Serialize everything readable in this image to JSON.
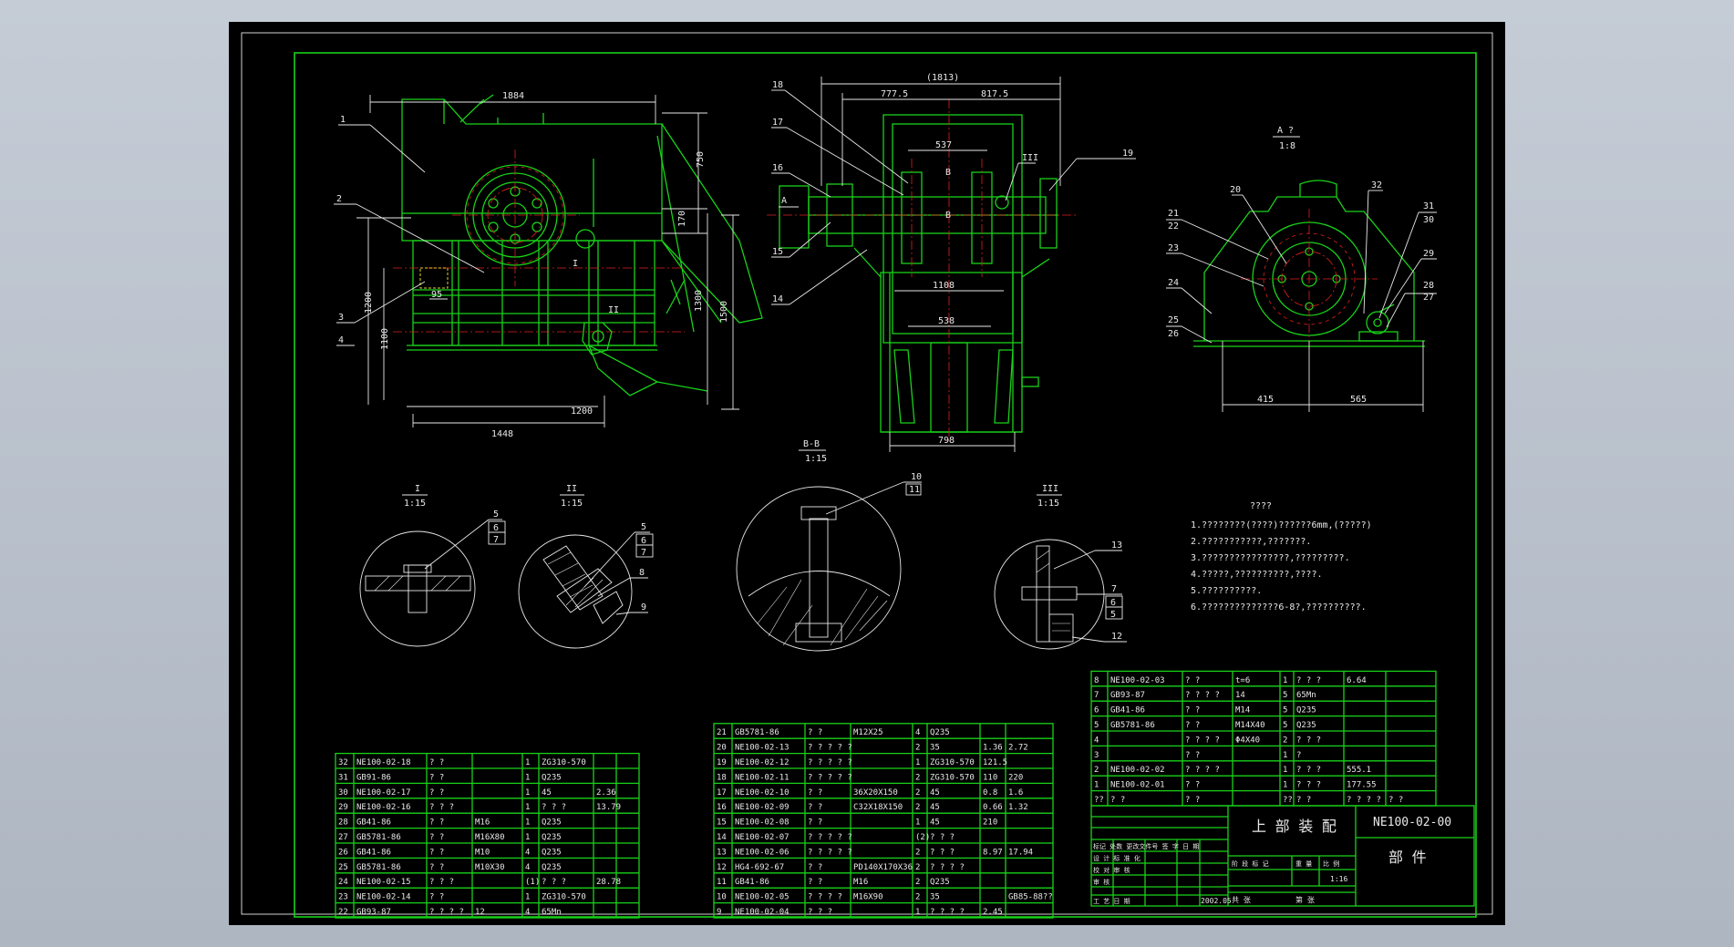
{
  "colors": {
    "bg": "#000000",
    "outer_bg": "#b8bfca",
    "line_green": "#19d219",
    "line_white": "#e8e8e8",
    "center_red": "#e02020",
    "hidden_yellow": "#e0d030"
  },
  "front_view": {
    "dims": {
      "width_top": "1884",
      "width_bottom": "1448",
      "width_mid": "1200",
      "h_right": "750",
      "h_170": "170",
      "h_1300": "1300",
      "h_1500": "1500",
      "h_left": "1200",
      "h_1100": "1100",
      "d95": "95"
    },
    "labels": [
      "1",
      "2",
      "3",
      "4"
    ],
    "detail_marks": {
      "i": "I",
      "ii": "II"
    }
  },
  "side_view": {
    "dims": {
      "total": "(1813)",
      "left": "777.5",
      "right": "817.5",
      "inner": "537",
      "d1108": "1108",
      "d538": "538",
      "d798": "798"
    },
    "labels": [
      "18",
      "17",
      "16",
      "15",
      "14",
      "19"
    ],
    "section_mark": "B",
    "view_mark": "A",
    "detail_mark": "III"
  },
  "view_a": {
    "title": "A ?",
    "scale": "1:8",
    "dims": {
      "left": "415",
      "right": "565"
    },
    "labels": {
      "l20": "20",
      "l21": "21",
      "l22": "22",
      "l23": "23",
      "l24": "24",
      "l25": "25",
      "l26": "26",
      "l27": "27",
      "l28": "28",
      "l29": "29",
      "l30": "30",
      "l31": "31",
      "l32": "32"
    }
  },
  "details": {
    "d1": {
      "title": "I",
      "scale": "1:15",
      "labels": [
        "5",
        "6",
        "7"
      ]
    },
    "d2": {
      "title": "II",
      "scale": "1:15",
      "labels": [
        "5",
        "6",
        "7",
        "8",
        "9"
      ]
    },
    "bb": {
      "title": "B-B",
      "scale": "1:15",
      "labels": [
        "10",
        "11"
      ]
    },
    "d3": {
      "title": "III",
      "scale": "1:15",
      "labels": [
        "13",
        "7",
        "6",
        "5",
        "12"
      ]
    }
  },
  "notes": {
    "title": "????",
    "lines": [
      "1.????????(????)??????6mm,(?????)",
      "2.???????????,???????.",
      "3.????????????????,?????????.",
      "4.?????,??????????,????.",
      "5.??????????.",
      "6.??????????????6-8?,??????????."
    ]
  },
  "bom_left": [
    {
      "n": "32",
      "c": "NE100-02-18",
      "name": "? ?",
      "s": "",
      "q": "1",
      "m": "ZG310-570",
      "w1": "",
      "w2": ""
    },
    {
      "n": "31",
      "c": "GB91-86",
      "name": "? ?",
      "s": "",
      "q": "1",
      "m": "Q235",
      "w1": "",
      "w2": ""
    },
    {
      "n": "30",
      "c": "NE100-02-17",
      "name": "? ?",
      "s": "",
      "q": "1",
      "m": "45",
      "w1": "2.36",
      "w2": ""
    },
    {
      "n": "29",
      "c": "NE100-02-16",
      "name": "? ? ?",
      "s": "",
      "q": "1",
      "m": "? ? ?",
      "w1": "13.79",
      "w2": ""
    },
    {
      "n": "28",
      "c": "GB41-86",
      "name": "? ?",
      "s": "M16",
      "q": "1",
      "m": "Q235",
      "w1": "",
      "w2": ""
    },
    {
      "n": "27",
      "c": "GB5781-86",
      "name": "? ?",
      "s": "M16X80",
      "q": "1",
      "m": "Q235",
      "w1": "",
      "w2": ""
    },
    {
      "n": "26",
      "c": "GB41-86",
      "name": "? ?",
      "s": "M10",
      "q": "4",
      "m": "Q235",
      "w1": "",
      "w2": ""
    },
    {
      "n": "25",
      "c": "GB5781-86",
      "name": "? ?",
      "s": "M10X30",
      "q": "4",
      "m": "Q235",
      "w1": "",
      "w2": ""
    },
    {
      "n": "24",
      "c": "NE100-02-15",
      "name": "? ? ?",
      "s": "",
      "q": "(1)",
      "m": "? ? ?",
      "w1": "28.78",
      "w2": ""
    },
    {
      "n": "23",
      "c": "NE100-02-14",
      "name": "? ?",
      "s": "",
      "q": "1",
      "m": "ZG310-570",
      "w1": "",
      "w2": ""
    },
    {
      "n": "22",
      "c": "GB93-87",
      "name": "? ? ? ?",
      "s": "12",
      "q": "4",
      "m": "65Mn",
      "w1": "",
      "w2": ""
    }
  ],
  "bom_mid": [
    {
      "n": "21",
      "c": "GB5781-86",
      "name": "? ?",
      "s": "M12X25",
      "q": "4",
      "m": "Q235",
      "w1": "",
      "w2": ""
    },
    {
      "n": "20",
      "c": "NE100-02-13",
      "name": "? ? ? ? ?",
      "s": "",
      "q": "2",
      "m": "35",
      "w1": "1.36",
      "w2": "2.72"
    },
    {
      "n": "19",
      "c": "NE100-02-12",
      "name": "? ? ? ? ?",
      "s": "",
      "q": "1",
      "m": "ZG310-570",
      "w1": "121.5",
      "w2": ""
    },
    {
      "n": "18",
      "c": "NE100-02-11",
      "name": "? ? ? ? ?",
      "s": "",
      "q": "2",
      "m": "ZG310-570",
      "w1": "110",
      "w2": "220"
    },
    {
      "n": "17",
      "c": "NE100-02-10",
      "name": "? ?",
      "s": "36X20X150",
      "q": "2",
      "m": "45",
      "w1": "0.8",
      "w2": "1.6"
    },
    {
      "n": "16",
      "c": "NE100-02-09",
      "name": "? ?",
      "s": "C32X18X150",
      "q": "2",
      "m": "45",
      "w1": "0.66",
      "w2": "1.32"
    },
    {
      "n": "15",
      "c": "NE100-02-08",
      "name": "? ?",
      "s": "",
      "q": "1",
      "m": "45",
      "w1": "210",
      "w2": ""
    },
    {
      "n": "14",
      "c": "NE100-02-07",
      "name": "? ? ? ? ?",
      "s": "",
      "q": "(2)",
      "m": "? ? ?",
      "w1": "",
      "w2": ""
    },
    {
      "n": "13",
      "c": "NE100-02-06",
      "name": "? ? ? ? ?",
      "s": "",
      "q": "2",
      "m": "? ? ?",
      "w1": "8.97",
      "w2": "17.94"
    },
    {
      "n": "12",
      "c": "HG4-692-67",
      "name": "? ?",
      "s": "PD140X170X36",
      "q": "2",
      "m": "? ? ? ?",
      "w1": "",
      "w2": ""
    },
    {
      "n": "11",
      "c": "GB41-86",
      "name": "? ?",
      "s": "M16",
      "q": "2",
      "m": "Q235",
      "w1": "",
      "w2": ""
    },
    {
      "n": "10",
      "c": "NE100-02-05",
      "name": "? ? ? ?",
      "s": "M16X90",
      "q": "2",
      "m": "35",
      "w1": "",
      "w2": "GB85-88??"
    },
    {
      "n": "9",
      "c": "NE100-02-04",
      "name": "? ? ?",
      "s": "",
      "q": "1",
      "m": "? ? ? ?",
      "w1": "2.45",
      "w2": ""
    }
  ],
  "bom_right": [
    {
      "n": "8",
      "c": "NE100-02-03",
      "name": "? ?",
      "s": "t=6",
      "q": "1",
      "m": "? ? ?",
      "w1": "6.64",
      "w2": ""
    },
    {
      "n": "7",
      "c": "GB93-87",
      "name": "? ? ? ?",
      "s": "14",
      "q": "5",
      "m": "65Mn",
      "w1": "",
      "w2": ""
    },
    {
      "n": "6",
      "c": "GB41-86",
      "name": "? ?",
      "s": "M14",
      "q": "5",
      "m": "Q235",
      "w1": "",
      "w2": ""
    },
    {
      "n": "5",
      "c": "GB5781-86",
      "name": "? ?",
      "s": "M14X40",
      "q": "5",
      "m": "Q235",
      "w1": "",
      "w2": ""
    },
    {
      "n": "4",
      "c": "",
      "name": "? ? ? ?",
      "s": "Φ4X40",
      "q": "2",
      "m": "? ? ?",
      "w1": "",
      "w2": ""
    },
    {
      "n": "3",
      "c": "",
      "name": "? ?",
      "s": "",
      "q": "1",
      "m": "?",
      "w1": "",
      "w2": ""
    },
    {
      "n": "2",
      "c": "NE100-02-02",
      "name": "? ? ? ?",
      "s": "",
      "q": "1",
      "m": "? ? ?",
      "w1": "555.1",
      "w2": ""
    },
    {
      "n": "1",
      "c": "NE100-02-01",
      "name": "? ?",
      "s": "",
      "q": "1",
      "m": "? ? ?",
      "w1": "177.55",
      "w2": ""
    },
    {
      "n": "??",
      "c": "?   ?",
      "name": "?   ?",
      "s": "",
      "q": "??",
      "m": "?   ?",
      "w1": "? ? ? ?",
      "w2": "?   ?"
    }
  ],
  "title_block": {
    "assembly_name": "上 部 装 配",
    "drawing_no": "NE100-02-00",
    "kind": "部  件",
    "scale": "1:16",
    "date": "2002.05",
    "rows": [
      "标记 处数 更改文件号 签 字 日 期",
      "设 计      标 准 化",
      "校 对      审 核",
      "审 核",
      "工 艺      日 期"
    ],
    "cols": [
      "阶 段 标 记",
      "重 量",
      "比 例"
    ],
    "sheet": [
      "共   张",
      "第   张"
    ]
  }
}
